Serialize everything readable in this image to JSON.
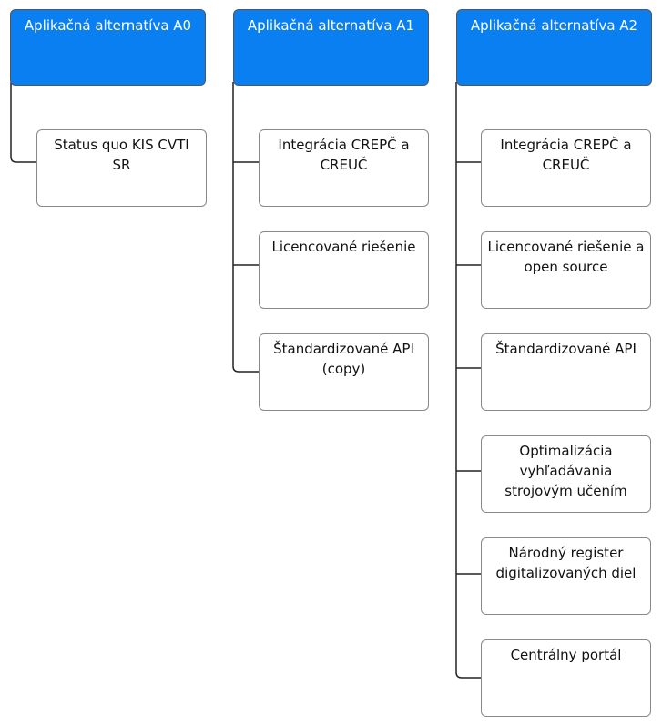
{
  "columns": [
    {
      "title": "Aplikačná alternatíva A0",
      "children": [
        "Status quo KIS CVTI SR"
      ]
    },
    {
      "title": "Aplikačná alternatíva A1",
      "children": [
        "Integrácia CREPČ a CREUČ",
        "Licencované riešenie",
        "Štandardizované API (copy)"
      ]
    },
    {
      "title": "Aplikačná alternatíva A2",
      "children": [
        "Integrácia CREPČ a CREUČ",
        "Licencované riešenie a open source",
        "Štandardizované API",
        "Optimalizácia vyhľadávania strojovým učením",
        "Národný register digitalizovaných diel",
        "Centrálny portál"
      ]
    }
  ],
  "colors": {
    "header": "#0a7ff2",
    "connector": "#222222"
  }
}
